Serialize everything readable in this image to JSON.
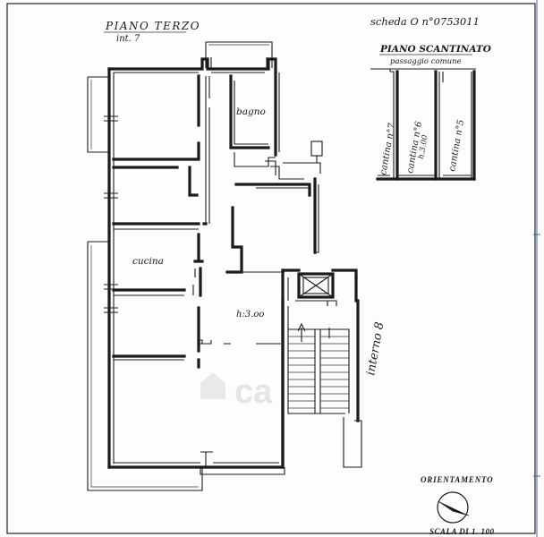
{
  "header": {
    "floor_title": "PIANO TERZO",
    "unit_label": "int. 7",
    "record_label": "scheda O n°0753011"
  },
  "basement": {
    "title": "PIANO SCANTINATO",
    "subtitle": "passaggio comune",
    "cellar_7": "cantina n°7",
    "cellar_6": "cantina n°6",
    "cellar_6_height": "h.3.00",
    "cellar_5": "cantina n°5"
  },
  "plan": {
    "room_bathroom": "bagno",
    "room_kitchen": "cucina",
    "ceiling_height": "h:3.oo",
    "neighbor_unit": "interno 8"
  },
  "footer": {
    "orientation_label": "ORIENTAMENTO",
    "scale_label": "SCALA DI 1. 100"
  },
  "watermark": {
    "text": "ca"
  },
  "colors": {
    "ink": "#1b1b1b",
    "paper": "#fdfdfb",
    "margin_line": "#4a5fb0"
  }
}
